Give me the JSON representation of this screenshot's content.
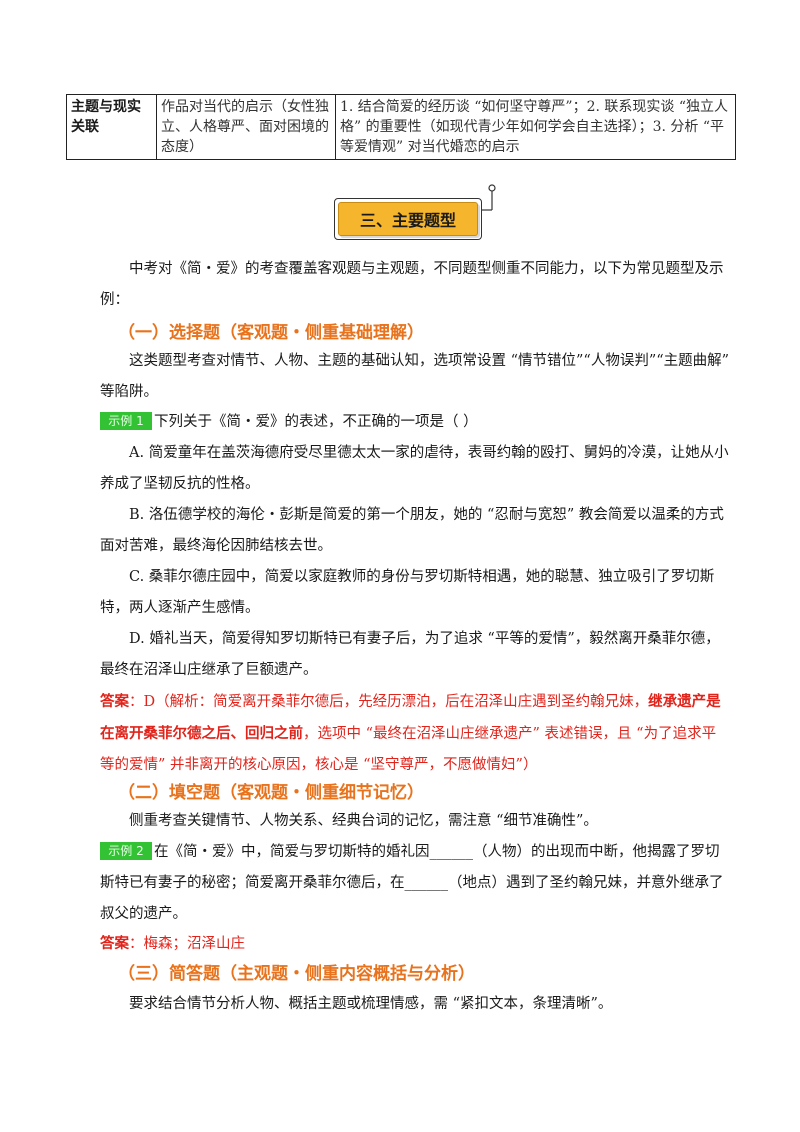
{
  "table": {
    "row_label": "主题与现实关联",
    "col2": "作品对当代的启示（女性独立、人格尊严、面对困境的态度）",
    "col3": "1. 结合简爱的经历谈 “如何坚守尊严”；2. 联系现实谈 “独立人格” 的重要性（如现代青少年如何学会自主选择）；3. 分析 “平等爱情观” 对当代婚恋的启示"
  },
  "section_title": "三、主要题型",
  "intro": "中考对《简・爱》的考查覆盖客观题与主观题，不同题型侧重不同能力，以下为常见题型及示例：",
  "part1": {
    "heading": "（一）选择题（客观题・侧重基础理解）",
    "desc": "这类题型考查对情节、人物、主题的基础认知，选项常设置 “情节错位”“人物误判”“主题曲解” 等陷阱。",
    "badge": "示例 1",
    "question": "下列关于《简・爱》的表述，不正确的一项是（    ）",
    "options": [
      "A. 简爱童年在盖茨海德府受尽里德太太一家的虐待，表哥约翰的殴打、舅妈的冷漠，让她从小养成了坚韧反抗的性格。",
      "B. 洛伍德学校的海伦・彭斯是简爱的第一个朋友，她的 “忍耐与宽恕” 教会简爱以温柔的方式面对苦难，最终海伦因肺结核去世。",
      "C. 桑菲尔德庄园中，简爱以家庭教师的身份与罗切斯特相遇，她的聪慧、独立吸引了罗切斯特，两人逐渐产生感情。",
      "D. 婚礼当天，简爱得知罗切斯特已有妻子后，为了追求 “平等的爱情”，毅然离开桑菲尔德，最终在沼泽山庄继承了巨额遗产。"
    ],
    "answer_label": "答案",
    "answer_a": "：D（解析：简爱离开桑菲尔德后，先经历漂泊，后在沼泽山庄遇到圣约翰兄妹，",
    "answer_bold": "继承遗产是在离开桑菲尔德之后、回归之前",
    "answer_b": "，选项中 “最终在沼泽山庄继承遗产” 表述错误，且 “为了追求平等的爱情” 并非离开的核心原因，核心是 “坚守尊严，不愿做情妇”）"
  },
  "part2": {
    "heading": "（二）填空题（客观题・侧重细节记忆）",
    "desc": "侧重考查关键情节、人物关系、经典台词的记忆，需注意 “细节准确性”。",
    "badge": "示例 2",
    "question": "在《简・爱》中，简爱与罗切斯特的婚礼因______（人物）的出现而中断，他揭露了罗切斯特已有妻子的秘密；简爱离开桑菲尔德后，在______（地点）遇到了圣约翰兄妹，并意外继承了叔父的遗产。",
    "answer_label": "答案",
    "answer_text": "：梅森；沼泽山庄"
  },
  "part3": {
    "heading": "（三）简答题（主观题・侧重内容概括与分析）",
    "desc": "要求结合情节分析人物、概括主题或梳理情感，需 “紧扣文本，条理清晰”。"
  },
  "colors": {
    "orange": "#e8731c",
    "red": "#e0241b",
    "badge_green": "#33c233",
    "banner": "#f5b62e"
  }
}
